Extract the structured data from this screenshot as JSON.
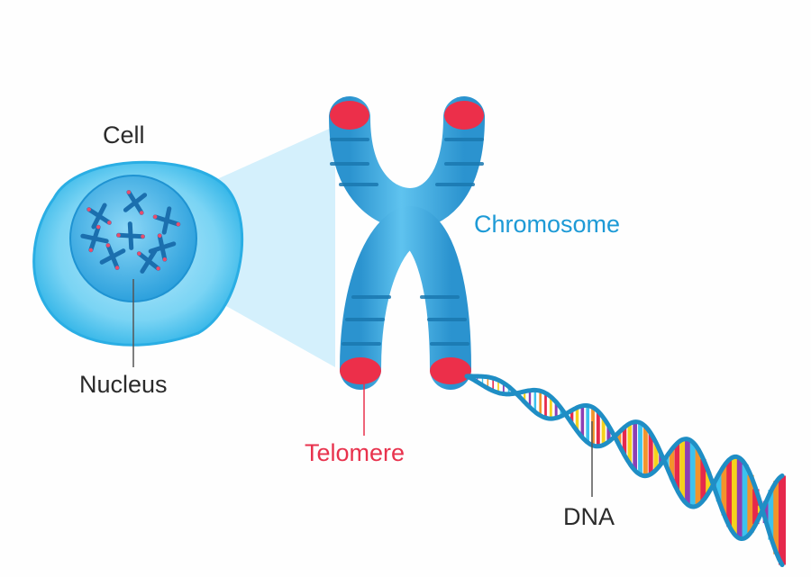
{
  "labels": {
    "cell": "Cell",
    "nucleus": "Nucleus",
    "chromosome": "Chromosome",
    "telomere": "Telomere",
    "dna": "DNA"
  },
  "colors": {
    "cell_outer": "#4cc6ee",
    "cell_inner": "#8fdcf6",
    "nucleus": "#39abe3",
    "chromosome": "#3aa7dc",
    "chromosome_band": "#1c7db5",
    "telomere": "#ec2f4a",
    "projection": "#c9ecfb",
    "dna_backbone": "#1f8ec5",
    "chromosome_label": "#1d9ad6",
    "telomere_label": "#e8324d",
    "base_pairs": [
      "#e6284c",
      "#f5d21c",
      "#8d3fb3",
      "#3cc2ee",
      "#f2942b"
    ]
  }
}
